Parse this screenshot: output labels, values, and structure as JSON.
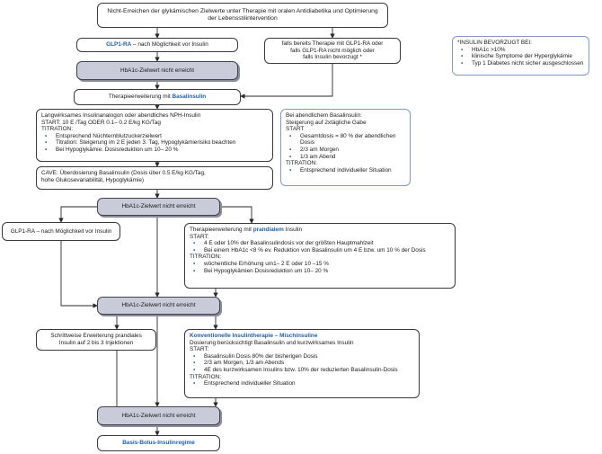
{
  "nodes": {
    "start": "Nicht-Erreichen der glykämischen Zielwerte unter Therapie mit oralen Antidiabetika und Optimierung der Lebensstilintervention",
    "glp1_a": {
      "bold": "GLP1-RA",
      "rest": " – nach Möglichkeit vor Insulin"
    },
    "falls": [
      "falls bereits Therapie mit GLP1-RA oder",
      "falls GLP1-RA nicht möglich oder",
      "falls Insulin bevorzugt *"
    ],
    "insulin_box": {
      "title": "*INSULIN BEVORZUGT BEI:",
      "items": [
        "HbA1c >10%",
        "klinische Symptome der Hyperglykämie",
        "Typ 1 Diabetes nicht sicher ausgeschlossen"
      ]
    },
    "hba1c": "HbA1c-Zielwert nicht erreicht",
    "tw_basal": {
      "pre": "Therapieerweiterung mit ",
      "bold": "Basalinsulin"
    },
    "langwirk": {
      "lines": [
        "Langwirksames Insulinanalogon oder abendliches NPH-Insulin",
        "START: 10 E /Tag ODER 0.1– 0.2 E/kg KG/Tag",
        "TITRATION:"
      ],
      "items": [
        "Entsprechend Nüchternblutzuckerzielwert",
        "Titration: Steigerung im 2 E jeden 3. Tag, Hypoglykämierisiko beachten",
        "Bei Hypoglykämie: Dosisreduktion um 10– 20 %"
      ]
    },
    "abendlich": {
      "lines": [
        "Bei abendlichem Basalinsulin:",
        "Steigerung auf 2xtägliche Gabe"
      ],
      "start": "START",
      "items": [
        "Gesamtdosis = 80 % der abendlichen Dosis",
        "2/3 am Morgen",
        "1/3 am Abend"
      ],
      "tit": "TITRATION:",
      "items2": [
        "Entsprechend individueller Situation"
      ]
    },
    "cave": [
      "CAVE: Überdosierung Basalinsulin (Dosis über 0.5 E/kg KG/Tag,",
      "hohe Glukosevariabilität, Hypoglykämie)"
    ],
    "glp1_b": "GLP1-RA – nach Möglichkeit vor Insulin",
    "prandial": {
      "pre": "Therapieerweiterung mit ",
      "bold": "prandialem",
      "post": " Insulin",
      "start": "START:",
      "items": [
        "4 E oder 10% der Basalinsulindosis vor der größten Hauptmahlzeit",
        "Bei einem HbA1c <8 % ev. Reduktion von Basalinsulin um 4 E bzw. um 10 % der Dosis"
      ],
      "tit": "TITRATION:",
      "items2": [
        "wöchentliche Erhöhung um1– 2 E oder 10 –15 %",
        "Bei Hypoglykämien Dosisreduktion um 10– 20 %"
      ]
    },
    "schritt": [
      "Schrittweise Erweiterung prandiales",
      "Insulin auf 2 bis 3 Injektionen"
    ],
    "konv": {
      "title": "Konventionelle Insulintherapie – Mischinsuline",
      "lines": [
        "Dosierung berücksichtigt Basalinsulin und kurzwirksames Insulin"
      ],
      "start": "START:",
      "items": [
        "Basalinsulin Dosis 80% der bisherigen Dosis",
        "2/3 am Morgen, 1/3 am Abends",
        "4E des kurzwirksamen Insulins bzw. 10% der reduzierten Basalinsulin-Dosis"
      ],
      "tit": "TITRATION:",
      "items2": [
        "Entsprechend individueller Situation"
      ]
    },
    "basis": "Basis-Bolus-Insulinregime"
  },
  "colors": {
    "accent": "#1f5fae",
    "gray_box": "#c9ccd8",
    "blue_border": "#7f9ac4"
  }
}
